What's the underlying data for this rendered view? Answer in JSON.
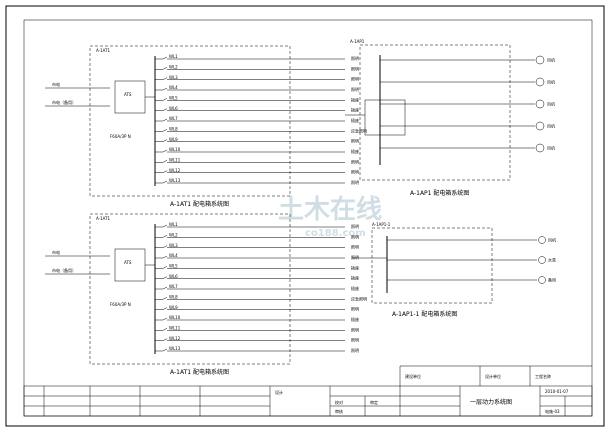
{
  "panels": [
    {
      "caption": "A-1AT1 配电箱系统图",
      "tag": "A-1AT1",
      "box_label": "ATS",
      "incoming": [
        "市电",
        "市电（备用）"
      ],
      "spd_label": "F60A/3P N",
      "feeders": [
        "WL1",
        "WL2",
        "WL3",
        "WL4",
        "WL5",
        "WL6",
        "WL7",
        "WL8",
        "WL9",
        "WL10",
        "WL11",
        "WL12",
        "WL13"
      ],
      "loads": [
        "照明",
        "照明",
        "照明",
        "照明",
        "插座",
        "插座",
        "插座",
        "应急照明",
        "照明",
        "插座",
        "照明",
        "照明",
        "照明"
      ]
    },
    {
      "caption": "A-1AT1 配电箱系统图",
      "tag": "A-1AT1",
      "box_label": "ATS",
      "incoming": [
        "市电",
        "市电（备用）"
      ],
      "spd_label": "F60A/3P N",
      "feeders": [
        "WL1",
        "WL2",
        "WL3",
        "WL4",
        "WL5",
        "WL6",
        "WL7",
        "WL8",
        "WL9",
        "WL10",
        "WL11",
        "WL12",
        "WL13"
      ],
      "loads": [
        "照明",
        "照明",
        "照明",
        "照明",
        "插座",
        "插座",
        "插座",
        "应急照明",
        "照明",
        "插座",
        "照明",
        "照明",
        "照明"
      ]
    },
    {
      "caption": "A-1AP1 配电箱系统图",
      "tag": "A-1AP1",
      "loads": [
        "风机",
        "风机",
        "风机",
        "风机",
        "风机"
      ]
    },
    {
      "caption": "A-1AP1-1 配电箱系统图",
      "tag": "A-1AP1-1",
      "loads": [
        "风机",
        "水泵",
        "备用"
      ]
    }
  ],
  "watermark": {
    "main": "土木在线",
    "sub": "co188.com"
  },
  "title_block": {
    "project": "一层动力系统图",
    "sheet_no": "电施-03",
    "date": "2010-01-07",
    "company_rows": [
      "建设单位",
      "设计单位",
      "工程名称"
    ],
    "sign_labels": [
      "设计",
      "校对",
      "审核",
      "审定"
    ]
  },
  "colors": {
    "line": "#000000",
    "accent": "#1a3fc4",
    "watermark": "#2e6f86"
  }
}
